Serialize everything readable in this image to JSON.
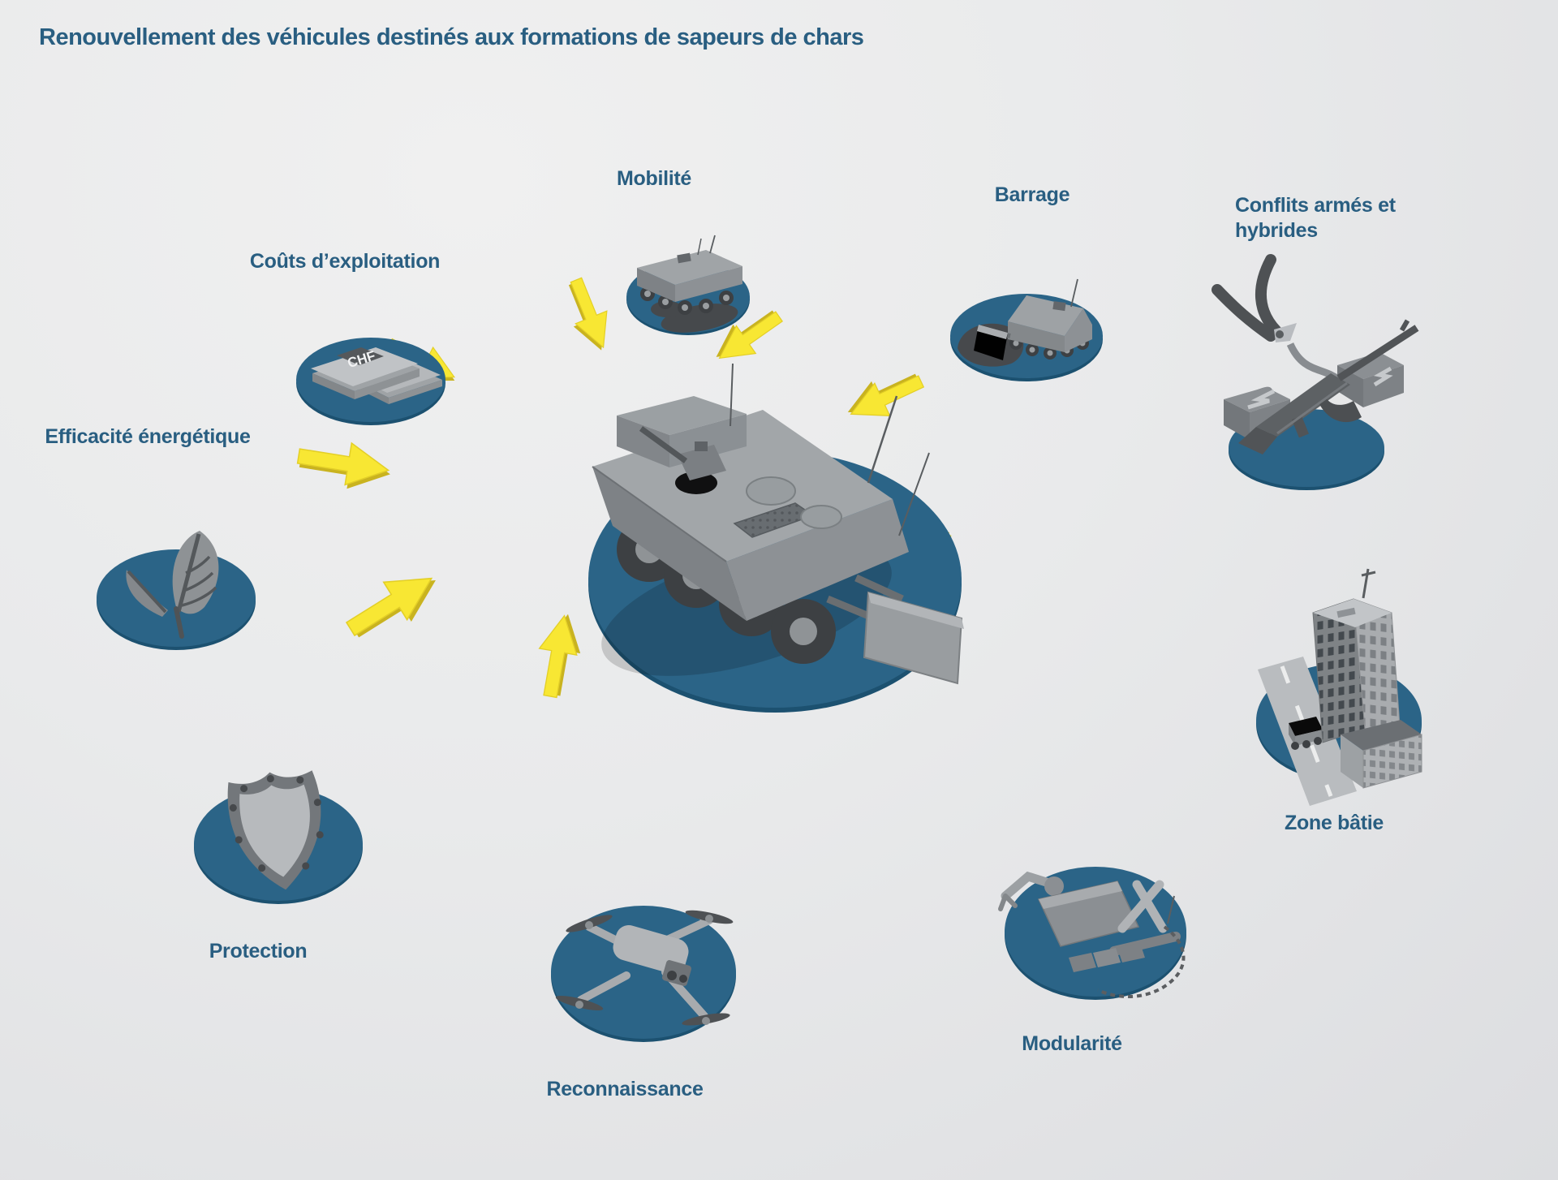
{
  "title": "Renouvellement des véhicules destinés aux formations de sapeurs de chars",
  "factors": [
    {
      "id": "mobilite",
      "label": "Mobilité",
      "icon": "mobility-vehicle-icon"
    },
    {
      "id": "barrage",
      "label": "Barrage",
      "icon": "barrier-dozer-vehicle-icon"
    },
    {
      "id": "conflits-armes",
      "label": "Conflits armés et hybrides",
      "icon": "wire-cutters-rifle-icon"
    },
    {
      "id": "zone-batie",
      "label": "Zone bâtie",
      "icon": "urban-buildings-icon"
    },
    {
      "id": "modularite",
      "label": "Modularité",
      "icon": "modular-attachments-icon"
    },
    {
      "id": "reconnaissance",
      "label": "Reconnaissance",
      "icon": "drone-icon"
    },
    {
      "id": "protection",
      "label": "Protection",
      "icon": "shield-icon"
    },
    {
      "id": "efficacite-energetique",
      "label": "Efficacité énergétique",
      "icon": "leaves-icon"
    },
    {
      "id": "couts-exploitation",
      "label": "Coûts d’exploitation",
      "icon": "banknotes-icon",
      "icon_text": "CHF"
    }
  ],
  "center": {
    "icon": "armored-engineer-vehicle-icon"
  },
  "colors": {
    "label_blue": "#295e81",
    "platform_blue": "#2b6487",
    "platform_rim": "#1c5170",
    "arrow_yellow": "#f8e733",
    "arrow_edge": "#c9b31f",
    "vehicle_gray": "#9aa0a3",
    "dark_gray": "#47494c"
  }
}
